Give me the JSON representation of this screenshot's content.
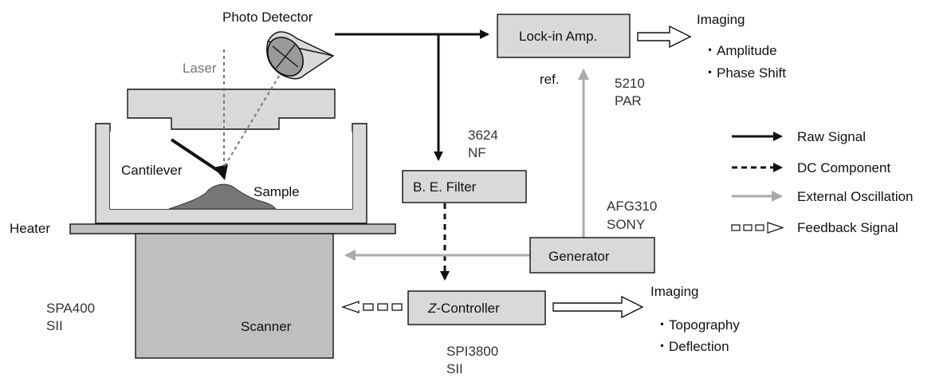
{
  "labels": {
    "photo_detector": "Photo Detector",
    "laser": "Laser",
    "cantilever": "Cantilever",
    "sample": "Sample",
    "heater": "Heater",
    "scanner": "Scanner",
    "spa_model": "SPA400",
    "spa_maker": "SII",
    "lockin": "Lock-in Amp.",
    "ref": "ref.",
    "lockin_model": "5210",
    "lockin_maker": "PAR",
    "filter": "B. E. Filter",
    "filter_model": "3624",
    "filter_maker": "NF",
    "generator": "Generator",
    "gen_model": "AFG310",
    "gen_maker": "SONY",
    "zcontroller_prefix": "Z",
    "zcontroller_suffix": "-Controller",
    "spi_model": "SPI3800",
    "spi_maker": "SII"
  },
  "imaging_top": {
    "title": "Imaging",
    "items": [
      "・Amplitude",
      "・Phase Shift"
    ]
  },
  "imaging_bottom": {
    "title": "Imaging",
    "items": [
      "・Topography",
      "・Deflection"
    ]
  },
  "legend": [
    {
      "label": "Raw Signal",
      "style": "solid-black"
    },
    {
      "label": "DC Component",
      "style": "dashed-black"
    },
    {
      "label": "External Oscillation",
      "style": "solid-gray"
    },
    {
      "label": "Feedback Signal",
      "style": "hollow-dashed"
    }
  ],
  "colors": {
    "box_fill": "#d9d9d9",
    "scanner_fill": "#bfbfbf",
    "signal_gray": "#aaaaaa",
    "sample_fill": "#777777"
  }
}
